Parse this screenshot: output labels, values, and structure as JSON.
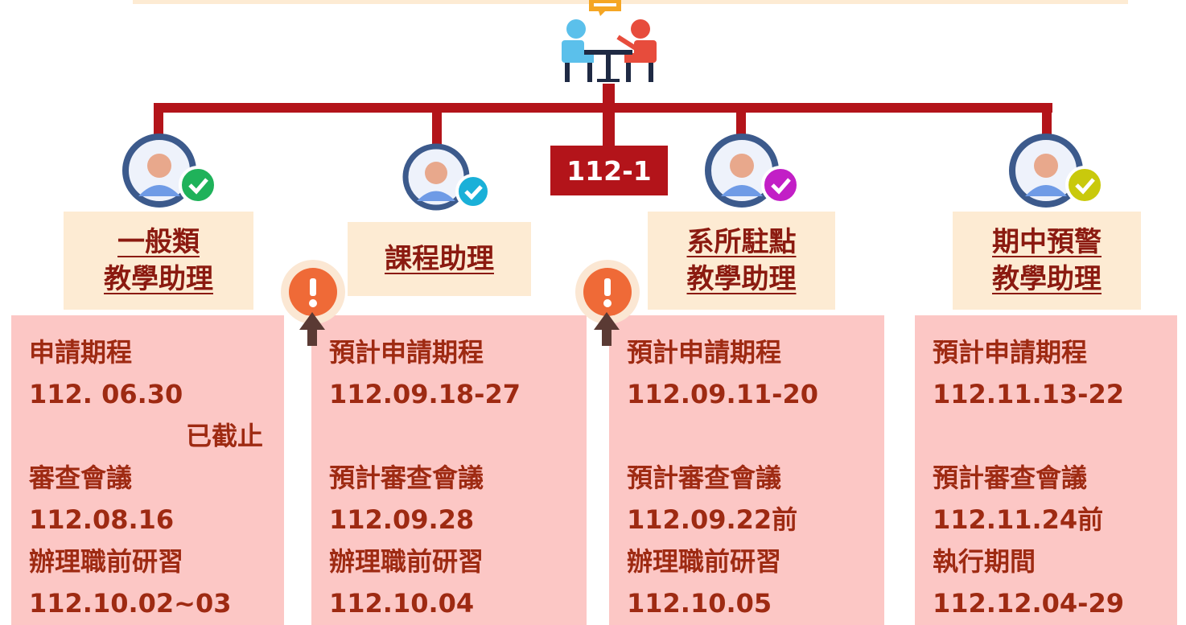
{
  "year_badge": "112-1",
  "colors": {
    "line": "#b3141a",
    "title_bg": "#fdebd3",
    "schedule_bg": "#fcc7c5",
    "text": "#9e2a12"
  },
  "categories": [
    {
      "title_lines": [
        "一般類",
        "教學助理"
      ],
      "check_color": "#1fb25a"
    },
    {
      "title_lines": [
        "課程助理"
      ],
      "check_color": "#1ab0d8"
    },
    {
      "title_lines": [
        "系所駐點",
        "教學助理"
      ],
      "check_color": "#c21fc6"
    },
    {
      "title_lines": [
        "期中預警",
        "教學助理"
      ],
      "check_color": "#c9c90c"
    }
  ],
  "schedules": [
    [
      "申請期程",
      "112. 06.30",
      "已截止",
      "審查會議",
      "112.08.16",
      "辦理職前研習",
      "112.10.02~03"
    ],
    [
      "預計申請期程",
      "112.09.18-27",
      "",
      "預計審查會議",
      "112.09.28",
      "辦理職前研習",
      "112.10.04"
    ],
    [
      "預計申請期程",
      "112.09.11-20",
      "",
      "預計審查會議",
      "112.09.22前",
      "辦理職前研習",
      "112.10.05"
    ],
    [
      "預計申請期程",
      "112.11.13-22",
      "",
      "預計審查會議",
      "112.11.24前",
      "執行期間",
      "112.12.04-29"
    ]
  ],
  "icons": {
    "meeting": "meeting-icon",
    "avatar": "user-check-icon",
    "alert": "exclamation-icon"
  }
}
